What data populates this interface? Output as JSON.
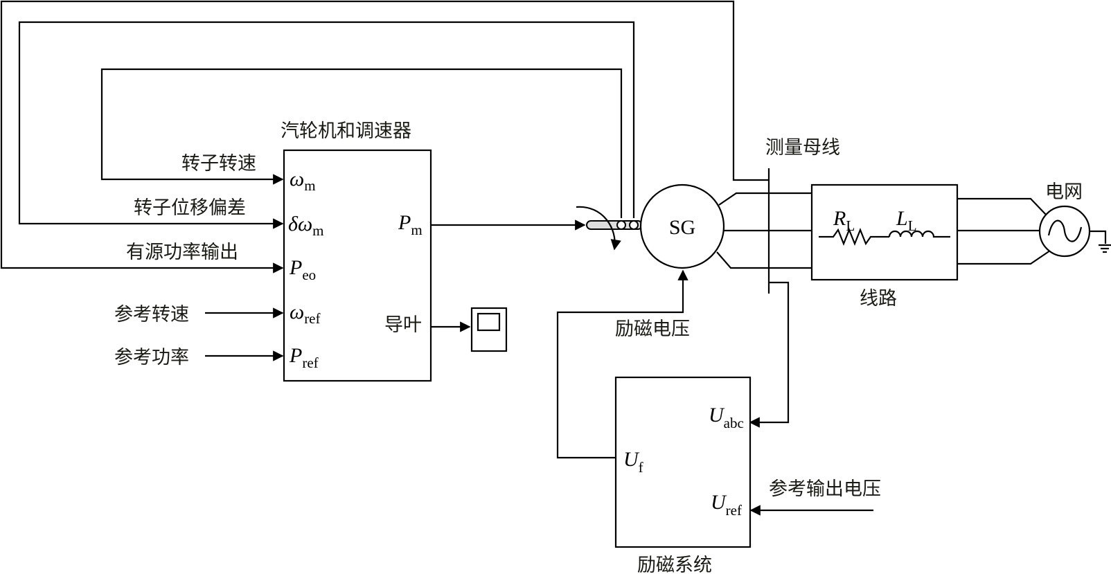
{
  "diagram": {
    "blocks": {
      "turbine_governor": {
        "title": "汽轮机和调速器",
        "inputs": [
          {
            "symbol": "ω",
            "subscript": "m",
            "source_label": "转子转速"
          },
          {
            "symbol": "δω",
            "subscript": "m",
            "source_label": "转子位移偏差"
          },
          {
            "symbol": "P",
            "subscript": "eo",
            "source_label": "有源功率输出"
          },
          {
            "symbol": "ω",
            "subscript": "ref",
            "source_label": "参考转速"
          },
          {
            "symbol": "P",
            "subscript": "ref",
            "source_label": "参考功率"
          }
        ],
        "outputs": [
          {
            "symbol": "P",
            "subscript": "m"
          },
          {
            "label": "导叶"
          }
        ]
      },
      "generator": {
        "label": "SG"
      },
      "bus": {
        "label": "测量母线"
      },
      "line": {
        "title": "线路",
        "resistor": {
          "symbol": "R",
          "subscript": "L"
        },
        "inductor": {
          "symbol": "L",
          "subscript": "L"
        }
      },
      "grid": {
        "label": "电网"
      },
      "excitation": {
        "title": "励磁系统",
        "output": {
          "symbol": "U",
          "subscript": "f"
        },
        "inputs": [
          {
            "symbol": "U",
            "subscript": "abc"
          },
          {
            "symbol": "U",
            "subscript": "ref",
            "source_label": "参考输出电压"
          }
        ]
      }
    },
    "signals": {
      "excitation_voltage": "励磁电压"
    }
  }
}
